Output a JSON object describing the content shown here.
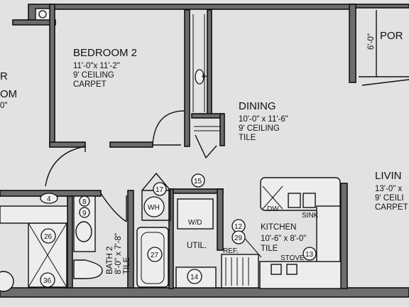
{
  "rooms": {
    "bedroom2": {
      "name": "BEDROOM 2",
      "size": "11'-0\"x 11'-2\"",
      "ceiling": "9' CEILING",
      "floor": "CARPET"
    },
    "dining": {
      "name": "DINING",
      "size": "10'-0\" x 11'-6\"",
      "ceiling": "9' CEILING",
      "floor": "TILE"
    },
    "living": {
      "name": "LIVIN",
      "size": "13'-0\" x",
      "ceiling": "9' CEILI",
      "floor": "CARPET"
    },
    "kitchen": {
      "name": "KITCHEN",
      "size": "10'-6\" x 8'-0\"",
      "floor": "TILE"
    },
    "bath2": {
      "name": "BATH 2",
      "size": "8'-0\" x 7'-8\"",
      "floor": "TILE"
    },
    "util": {
      "name": "UTIL."
    },
    "porch": {
      "name": "POR",
      "depth": "6'-0\""
    },
    "left_room": {
      "line1": "R",
      "line2": "OM",
      "line3": "0\""
    }
  },
  "fixtures": {
    "wh": "WH",
    "wd": "W/D",
    "dw": "DW",
    "sink": "SINK",
    "ref": "REF.",
    "stove": "STOVE"
  },
  "keynotes": [
    "4",
    "4",
    "8",
    "9",
    "15",
    "17",
    "26",
    "27",
    "14",
    "12",
    "29",
    "13",
    "36"
  ]
}
